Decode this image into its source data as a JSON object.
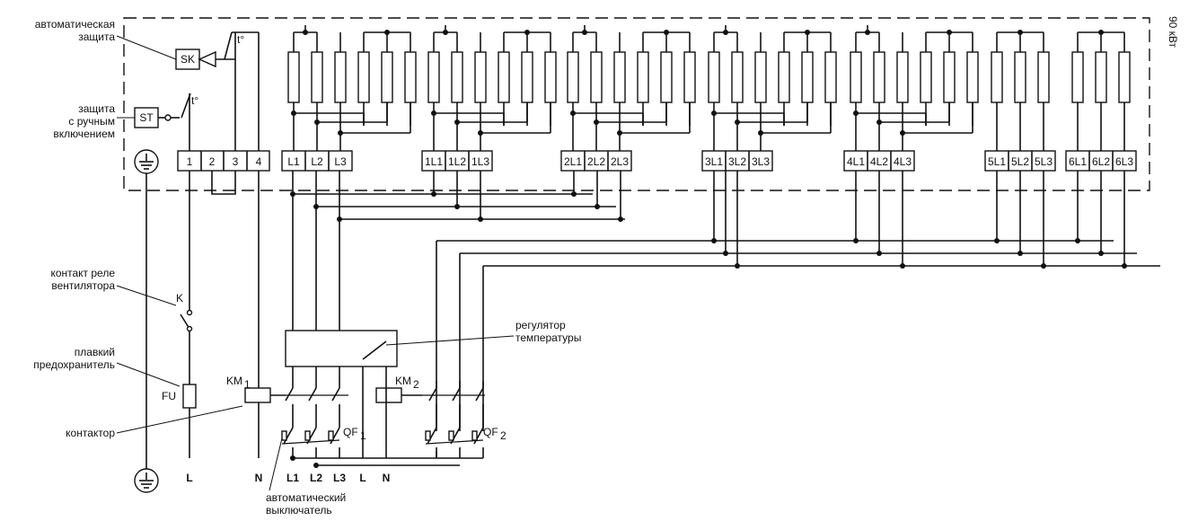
{
  "power_label": "90 кВт",
  "annotations": {
    "auto_protection": [
      "автоматическая",
      "защита"
    ],
    "manual_protection": [
      "защита",
      "с ручным",
      "включением"
    ],
    "fan_relay": [
      "контакт реле",
      "вентилятора"
    ],
    "fuse": [
      "плавкий",
      "предохранитель"
    ],
    "contactor": "контактор",
    "thermostat": [
      "регулятор",
      "температуры"
    ],
    "breaker": [
      "автоматический",
      "выключатель"
    ]
  },
  "device_labels": {
    "sk": "SK",
    "st": "ST",
    "temp": "t°",
    "k": "K",
    "fu": "FU",
    "km1": "KM",
    "km1_sub": "1",
    "km2": "KM",
    "km2_sub": "2",
    "qf1": "QF",
    "qf1_sub": "1",
    "qf2": "QF",
    "qf2_sub": "2"
  },
  "control_terminals": [
    "1",
    "2",
    "3",
    "4"
  ],
  "heater_groups": [
    {
      "terminals": [
        "L1",
        "L2",
        "L3"
      ]
    },
    {
      "terminals": [
        "1L1",
        "1L2",
        "1L3"
      ]
    },
    {
      "terminals": [
        "2L1",
        "2L2",
        "2L3"
      ]
    },
    {
      "terminals": [
        "3L1",
        "3L2",
        "3L3"
      ]
    },
    {
      "terminals": [
        "4L1",
        "4L2",
        "4L3"
      ]
    },
    {
      "terminals": [
        "5L1",
        "5L2",
        "5L3"
      ]
    },
    {
      "terminals": [
        "6L1",
        "6L2",
        "6L3"
      ]
    }
  ],
  "bottom_labels": [
    "L",
    "N",
    "L1",
    "L2",
    "L3",
    "L",
    "N"
  ]
}
